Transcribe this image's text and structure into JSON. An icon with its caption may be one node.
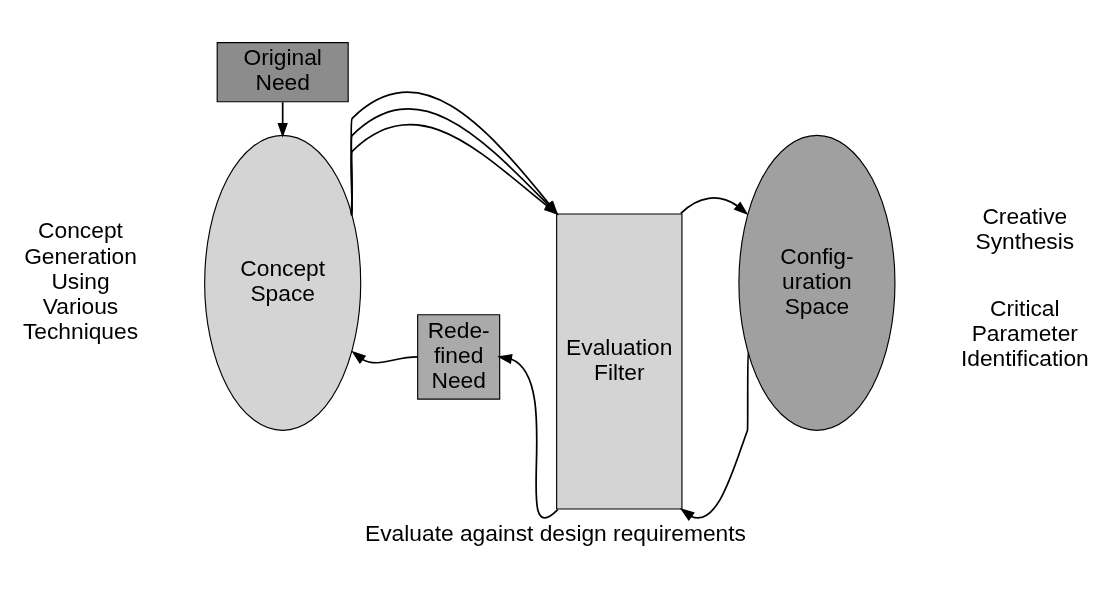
{
  "diagram": {
    "caption": "Evaluate against design requirements",
    "nodes": [
      {
        "text": [
          "Original Need"
        ]
      },
      {
        "text": [
          "Concept Space"
        ]
      },
      {
        "text": [
          "Evaluation Filter"
        ]
      },
      {
        "text": [
          "Config- uration Space"
        ]
      },
      {
        "text": [
          "Rede- fined Need"
        ]
      }
    ],
    "edges": [
      {
        "from": 0,
        "to": 1,
        "arrow": "to"
      },
      {
        "from": 1,
        "to": 2,
        "arrow": "to"
      },
      {
        "from": 1,
        "to": 2,
        "arrow": "to"
      },
      {
        "from": 1,
        "to": 2,
        "arrow": "to"
      },
      {
        "from": 2,
        "to": 3,
        "arrow": "to"
      },
      {
        "from": 3,
        "to": 2,
        "arrow": "to"
      },
      {
        "from": 2,
        "to": 4,
        "arrow": "to"
      },
      {
        "from": 4,
        "to": 1,
        "arrow": "to"
      }
    ],
    "labels": [
      "Creative Synthesis",
      "Concept Generation Using Various Techniques",
      "Critical Parameter Identification"
    ]
  }
}
